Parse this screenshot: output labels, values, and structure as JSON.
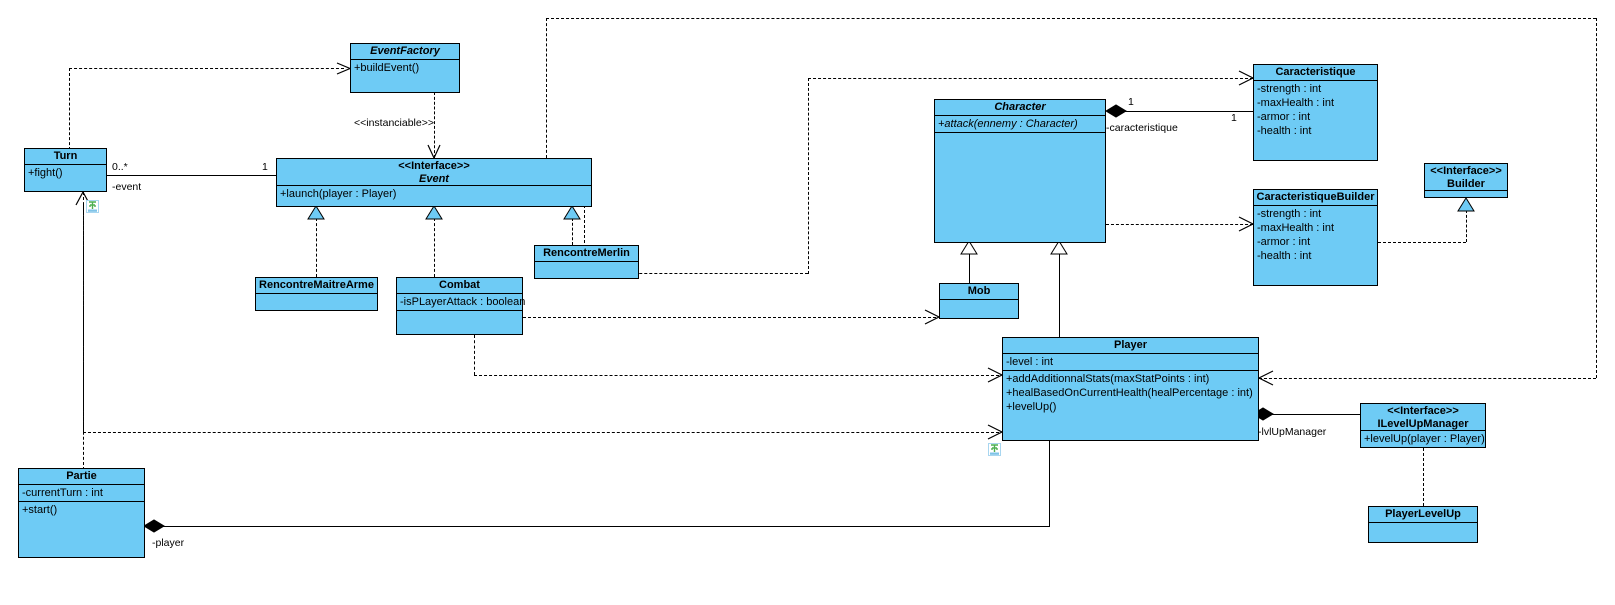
{
  "diagram": {
    "title": "UML Class Diagram",
    "colors": {
      "class_fill": "#6ecbf5",
      "border": "#000000",
      "background": "#ffffff"
    },
    "classes": [
      {
        "id": "eventfactory",
        "name": "EventFactory",
        "stereotype": "",
        "name_italic": true,
        "attributes": [],
        "operations": [
          "+buildEvent()"
        ]
      },
      {
        "id": "turn",
        "name": "Turn",
        "stereotype": "",
        "name_italic": false,
        "attributes": [],
        "operations": [
          "+fight()"
        ]
      },
      {
        "id": "event",
        "name": "Event",
        "stereotype": "<<Interface>>",
        "name_italic": true,
        "attributes": [],
        "operations": [
          "+launch(player : Player)"
        ]
      },
      {
        "id": "rencontremaitrearme",
        "name": "RencontreMaitreArme",
        "stereotype": "",
        "name_italic": false,
        "attributes": [],
        "operations": []
      },
      {
        "id": "combat",
        "name": "Combat",
        "stereotype": "",
        "name_italic": false,
        "attributes": [
          "-isPLayerAttack : boolean"
        ],
        "operations": []
      },
      {
        "id": "rencontremerlin",
        "name": "RencontreMerlin",
        "stereotype": "",
        "name_italic": false,
        "attributes": [],
        "operations": []
      },
      {
        "id": "character",
        "name": "Character",
        "stereotype": "",
        "name_italic": true,
        "attributes": [],
        "operations": [
          "+attack(ennemy : Character)"
        ]
      },
      {
        "id": "caracteristique",
        "name": "Caracteristique",
        "stereotype": "",
        "name_italic": false,
        "attributes": [
          "-strength : int",
          "-maxHealth : int",
          "-armor : int",
          "-health : int"
        ],
        "operations": []
      },
      {
        "id": "caracteristiquebuilder",
        "name": "CaracteristiqueBuilder",
        "stereotype": "",
        "name_italic": false,
        "attributes": [
          "-strength : int",
          "-maxHealth : int",
          "-armor : int",
          "-health : int"
        ],
        "operations": []
      },
      {
        "id": "builder",
        "name": "Builder",
        "stereotype": "<<Interface>>",
        "name_italic": false,
        "attributes": [],
        "operations": []
      },
      {
        "id": "mob",
        "name": "Mob",
        "stereotype": "",
        "name_italic": false,
        "attributes": [],
        "operations": []
      },
      {
        "id": "player",
        "name": "Player",
        "stereotype": "",
        "name_italic": false,
        "attributes": [
          "-level : int"
        ],
        "operations": [
          "+addAdditionnalStats(maxStatPoints : int)",
          "+healBasedOnCurrentHealth(healPercentage : int)",
          "+levelUp()"
        ]
      },
      {
        "id": "ilevelupmanager",
        "name": "ILevelUpManager",
        "stereotype": "<<Interface>>",
        "name_italic": false,
        "attributes": [],
        "operations": [
          "+levelUp(player : Player)"
        ]
      },
      {
        "id": "playerlevelup",
        "name": "PlayerLevelUp",
        "stereotype": "",
        "name_italic": false,
        "attributes": [],
        "operations": []
      },
      {
        "id": "partie",
        "name": "Partie",
        "stereotype": "",
        "name_italic": false,
        "attributes": [
          "-currentTurn : int"
        ],
        "operations": [
          "+start()"
        ]
      }
    ],
    "edge_labels": {
      "instanciable": "<<instanciable>>",
      "turn_mult": "0..*",
      "event_mult": "1",
      "event_role": "-event",
      "character_mult": "1",
      "caracteristique_mult": "1",
      "caracteristique_role": "-caracteristique",
      "lvlupmanager_role": "-lvlUpManager",
      "player_role": "-player"
    }
  }
}
